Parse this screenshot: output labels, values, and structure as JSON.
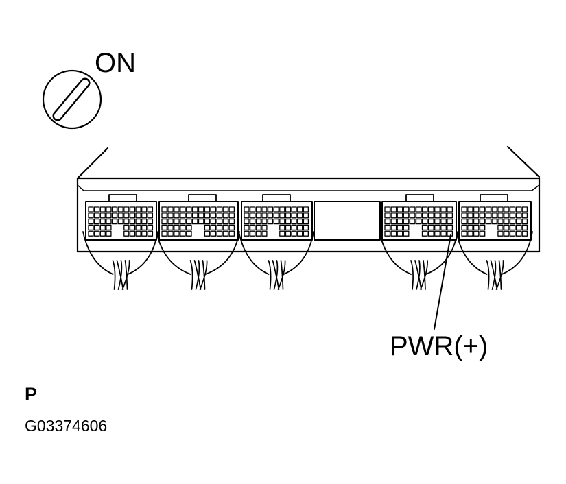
{
  "labels": {
    "ignition": "ON",
    "terminal": "PWR(+)",
    "section": "P",
    "figure_code": "G03374606"
  },
  "ecu": {
    "connectors": [
      {
        "id": "c1"
      },
      {
        "id": "c2"
      },
      {
        "id": "c3"
      },
      {
        "id": "c4"
      },
      {
        "id": "c5"
      }
    ],
    "probed_connector": "c4"
  },
  "colors": {
    "line": "#000000",
    "background": "#ffffff"
  }
}
